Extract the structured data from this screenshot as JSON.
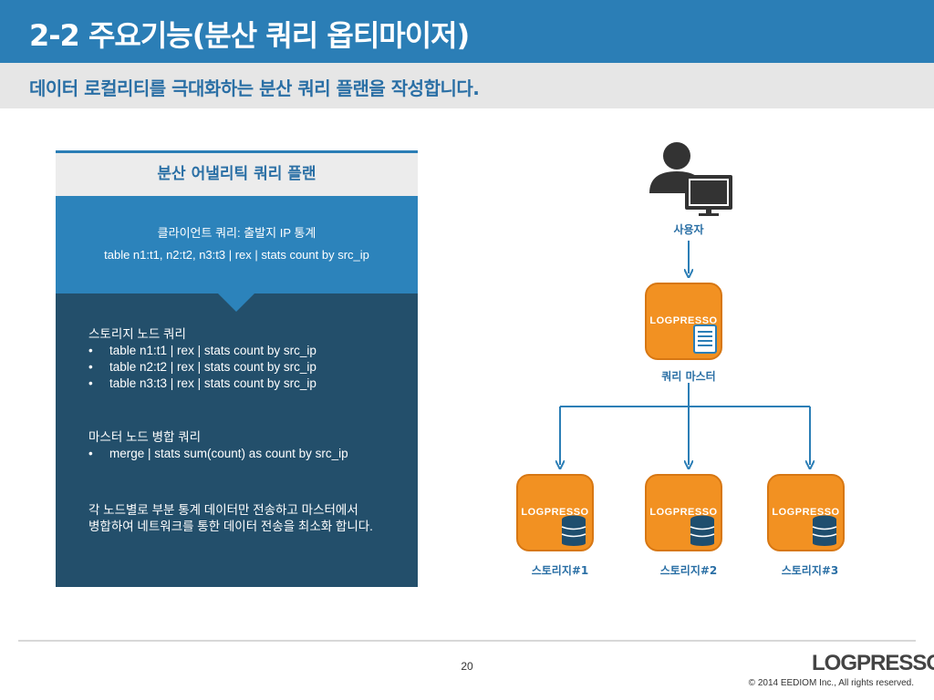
{
  "header": {
    "title": "2-2 주요기능(분산 쿼리 옵티마이저)",
    "subtitle": "데이터 로컬리티를 극대화하는 분산 쿼리 플랜을 작성합니다."
  },
  "panel": {
    "heading": "분산 어낼리틱 쿼리 플랜",
    "client_title": "클라이언트 쿼리: 출발지 IP 통계",
    "client_query": "table n1:t1, n2:t2, n3:t3 | rex | stats count by src_ip",
    "storage_title": "스토리지 노드 쿼리",
    "storage_items": [
      "table n1:t1 | rex | stats count by src_ip",
      "table n2:t2 | rex | stats count by src_ip",
      "table n3:t3 | rex | stats count by src_ip"
    ],
    "master_title": "마스터 노드 병합 쿼리",
    "master_items": [
      "merge | stats sum(count) as count by src_ip"
    ],
    "note_line1": "각 노드별로 부분 통계 데이터만 전송하고 마스터에서",
    "note_line2": "병합하여 네트워크를 통한 데이터 전송을 최소화 합니다.",
    "bullet": "•"
  },
  "diagram": {
    "user_label": "사용자",
    "master_label": "쿼리 마스터",
    "logo_text": "LOGPRESSO",
    "storage_labels": [
      "스토리지#1",
      "스토리지#2",
      "스토리지#3"
    ]
  },
  "footer": {
    "page_number": "20",
    "logo": "LOGPRESSO",
    "copyright": "© 2014 EEDIOM Inc., All rights reserved."
  },
  "colors": {
    "title_bar": "#2b7eb6",
    "panel_dark": "#234f6b",
    "node_orange": "#f29122",
    "accent_text": "#2a6fa5"
  }
}
